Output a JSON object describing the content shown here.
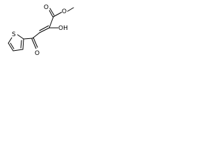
{
  "molecule": {
    "atoms": {
      "ester_carbonyl_o": "O",
      "ester_o": "O",
      "hydroxyl": "OH",
      "ketone_o": "O",
      "thiophene_s": "S"
    }
  },
  "colors": {
    "bond": "#000000",
    "label": "#000000",
    "background": "#ffffff"
  }
}
